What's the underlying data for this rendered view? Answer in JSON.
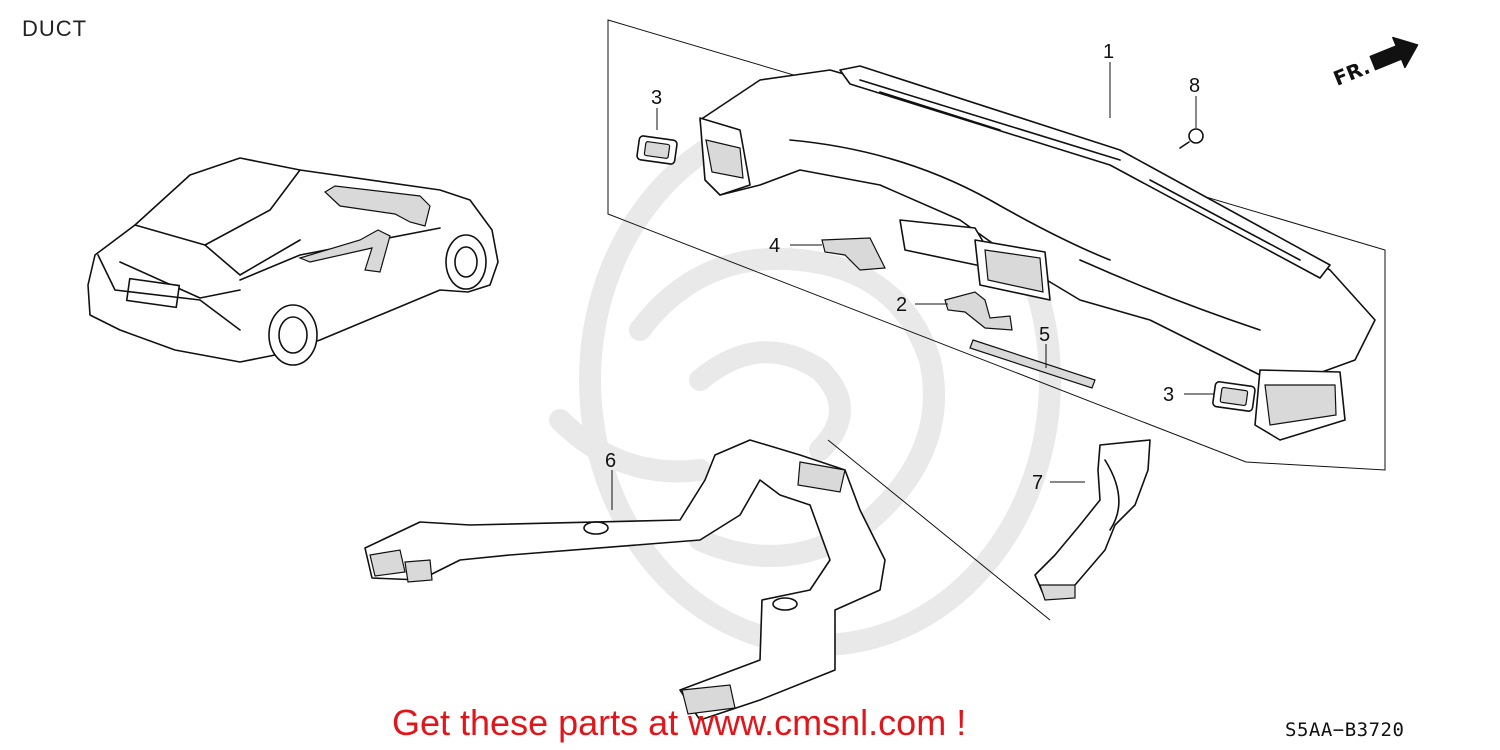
{
  "page": {
    "title": "DUCT",
    "footer_link": "Get these parts at www.cmsnl.com !",
    "part_code": "S5AA−B3720"
  },
  "direction_marker": {
    "label": "FR.",
    "icon": "arrow-icon"
  },
  "callouts": [
    {
      "label": "1",
      "part": "dashboard-duct-assembly"
    },
    {
      "label": "3",
      "part": "vent-bezel-left"
    },
    {
      "label": "8",
      "part": "screw"
    },
    {
      "label": "4",
      "part": "seal-pad"
    },
    {
      "label": "2",
      "part": "seal-clip"
    },
    {
      "label": "5",
      "part": "tape-strip"
    },
    {
      "label": "3",
      "part": "vent-bezel-right"
    },
    {
      "label": "6",
      "part": "rear-floor-duct"
    },
    {
      "label": "7",
      "part": "side-duct-hose"
    }
  ],
  "colors": {
    "link": "#e0161b",
    "line": "#111111",
    "watermark": "#e9e9e9"
  }
}
